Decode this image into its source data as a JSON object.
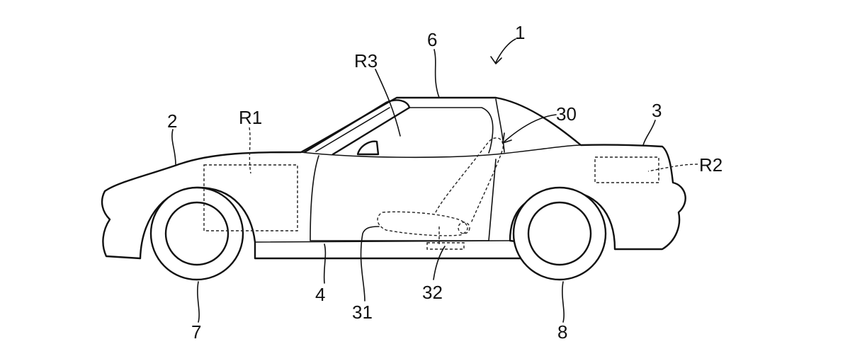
{
  "labels": {
    "vehicle": "1",
    "front": "2",
    "rear": "3",
    "door": "4",
    "roof": "6",
    "front_wheel": "7",
    "rear_wheel": "8",
    "region_front": "R1",
    "region_rear": "R2",
    "region_cabin": "R3",
    "seat_system": "30",
    "seat_cushion": "31",
    "seat_mechanism": "32"
  }
}
